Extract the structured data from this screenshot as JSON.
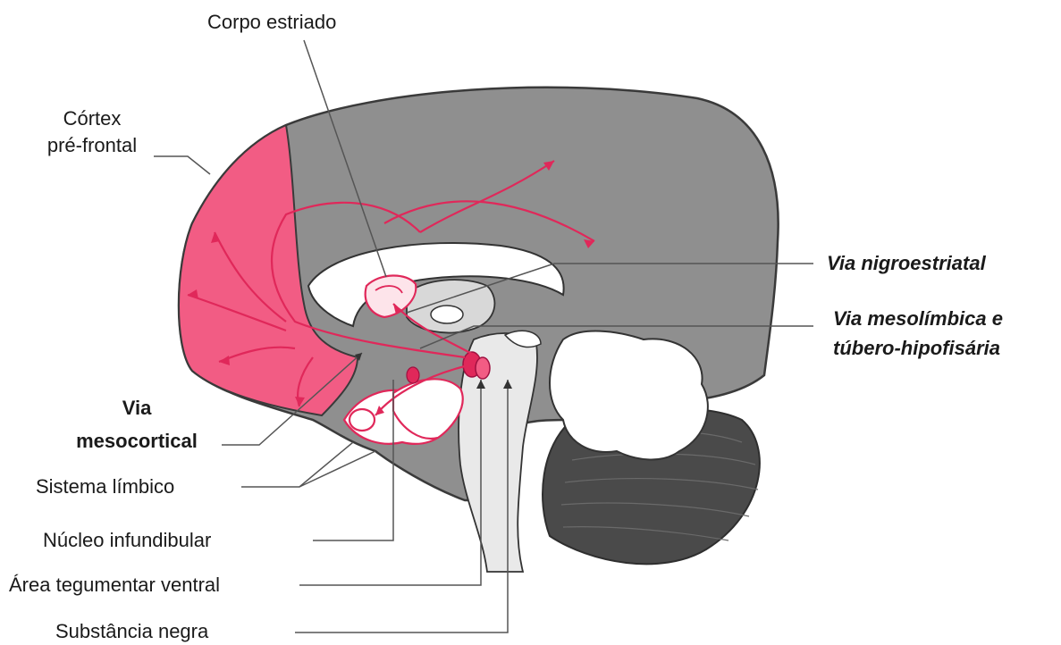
{
  "labels": {
    "corpo_estriado": "Corpo estriado",
    "cortex_line1": "Córtex",
    "cortex_line2": "pré-frontal",
    "via_nigroestriatal": "Via nigroestriatal",
    "via_mesolimbica_line1": "Via mesolímbica e",
    "via_mesolimbica_line2": "túbero-hipofisária",
    "via_mesocortical_line1": "Via",
    "via_mesocortical_line2": "mesocortical",
    "sistema_limbico": "Sistema límbico",
    "nucleo_infundibular": "Núcleo infundibular",
    "area_tegumentar": "Área tegumentar ventral",
    "substancia_negra": "Substância negra"
  },
  "colors": {
    "pathway": "#e0285a",
    "prefrontal": "#f25c84",
    "brain_gray": "#8f8f8f",
    "cerebellum": "#4a4a4a",
    "leader_line": "#555555"
  }
}
